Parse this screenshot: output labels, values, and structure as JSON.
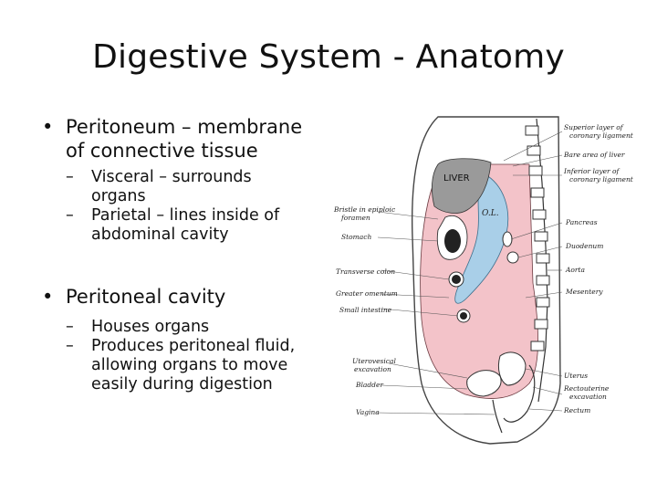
{
  "title": "Digestive System - Anatomy",
  "bullets": {
    "b1": {
      "marker": "•",
      "line1": "Peritoneum – membrane",
      "line2": "of connective tissue",
      "subs": [
        {
          "marker": "–",
          "line1": "Visceral – surrounds",
          "line2": "organs"
        },
        {
          "marker": "–",
          "line1": "Parietal – lines inside of",
          "line2": "abdominal cavity"
        }
      ]
    },
    "b2": {
      "marker": "•",
      "line1": "Peritoneal cavity",
      "subs": [
        {
          "marker": "–",
          "line1": "Houses organs"
        },
        {
          "marker": "–",
          "line1": "Produces peritoneal fluid,",
          "line2": "allowing organs to move",
          "line3": "easily during digestion"
        }
      ]
    }
  },
  "figure": {
    "organ_labels": {
      "liver": "LIVER",
      "lesser_sac": "O.L."
    },
    "left_labels": {
      "bristle_1": "Bristle in epiploic",
      "bristle_2": "foramen",
      "stomach": "Stomach",
      "transverse_colon": "Transverse colon",
      "greater_omentum": "Greater omentum",
      "small_intestine": "Small intestine",
      "uterovesical_1": "Uterovesical",
      "uterovesical_2": "excavation",
      "bladder": "Bladder",
      "vagina": "Vagina"
    },
    "right_labels": {
      "superior_1": "Superior layer of",
      "superior_2": "coronary ligament",
      "bare_area": "Bare area of liver",
      "inferior_1": "Inferior layer of",
      "inferior_2": "coronary ligament",
      "pancreas": "Pancreas",
      "duodenum": "Duodenum",
      "aorta": "Aorta",
      "mesentery": "Mesentery",
      "uterus": "Uterus",
      "rectouterine_1": "Rectouterine",
      "rectouterine_2": "excavation",
      "rectum": "Rectum"
    },
    "colors": {
      "peritoneum_pink": "#f3c3c9",
      "lesser_sac_blue": "#a9cfe8",
      "liver_gray": "#9a9a9a",
      "line_dark": "#333333"
    }
  }
}
